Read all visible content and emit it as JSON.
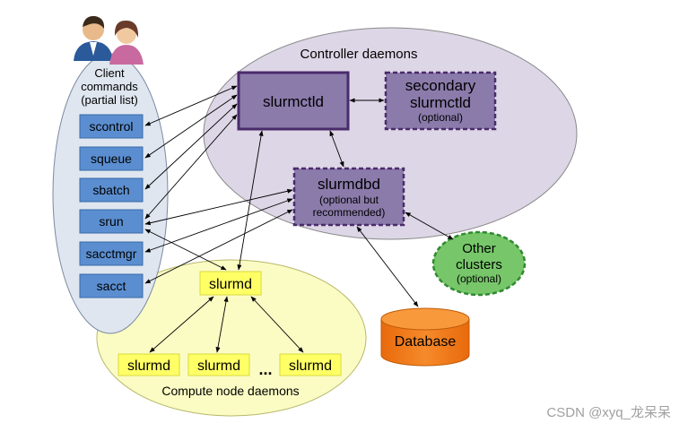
{
  "clients": {
    "title_lines": [
      "Client",
      "commands",
      "(partial list)"
    ],
    "commands": [
      "scontrol",
      "squeue",
      "sbatch",
      "srun",
      "sacctmgr",
      "sacct"
    ]
  },
  "controller": {
    "title": "Controller daemons",
    "slurmctld": "slurmctld",
    "secondary_lines": [
      "secondary",
      "slurmctld"
    ],
    "secondary_note": "(optional)",
    "slurmdbd": "slurmdbd",
    "slurmdbd_note_lines": [
      "(optional but",
      "recommended)"
    ]
  },
  "compute": {
    "title": "Compute node daemons",
    "top": "slurmd",
    "nodes": [
      "slurmd",
      "slurmd",
      "slurmd"
    ],
    "ellipsis": "..."
  },
  "other_clusters": {
    "lines": [
      "Other",
      "clusters"
    ],
    "note": "(optional)"
  },
  "database": {
    "label": "Database"
  },
  "watermark": "CSDN @xyq_龙呆呆",
  "colors": {
    "client_ellipse": "#dfe6f0",
    "command_box": "#5b8ed0",
    "controller_ellipse": "#ddd6e6",
    "daemon_box": "#8b7bab",
    "daemon_border": "#4a2b6b",
    "compute_ellipse": "#fbfcc4",
    "slurmd_box": "#ffff66",
    "other_clusters": "#77c76a",
    "database": "#f17d1b"
  }
}
